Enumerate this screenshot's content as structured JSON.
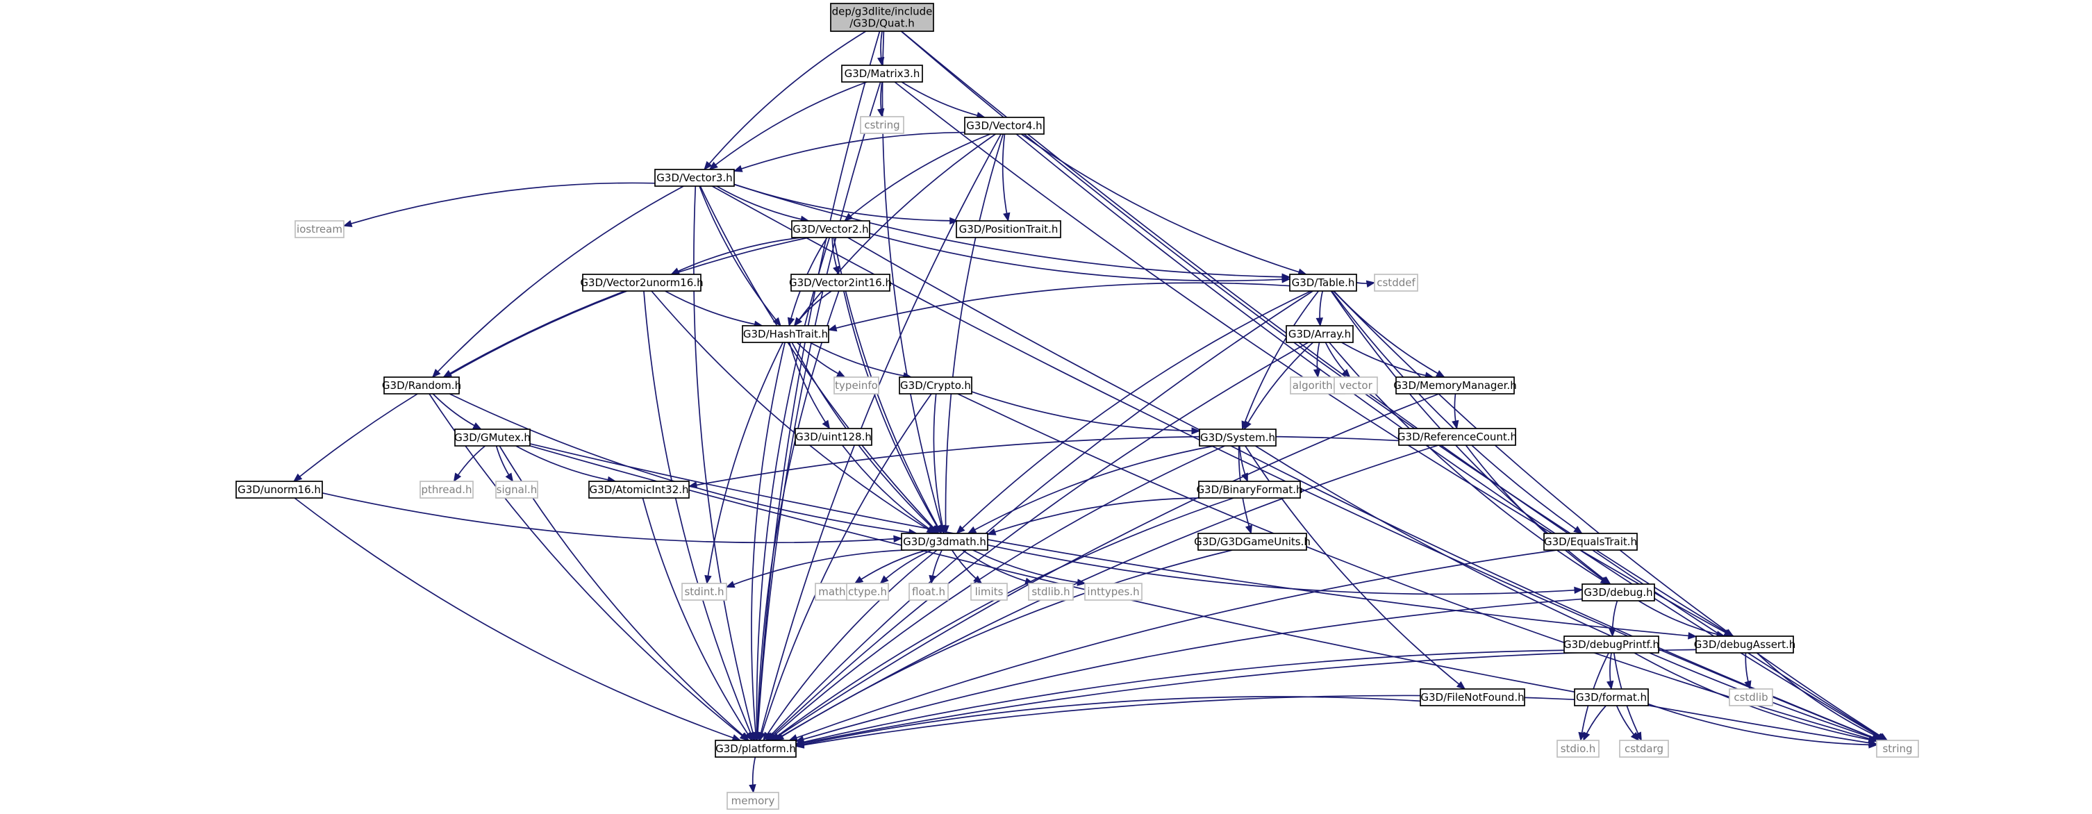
{
  "graph": {
    "colors": {
      "edge": "#191970",
      "node_border": "#000000",
      "external_border": "#bfbfbf",
      "root_fill": "#bfbfbf",
      "external_text": "#7f7f7f"
    },
    "nodes": [
      {
        "id": "quat",
        "label": "dep/g3dlite/include\n/G3D/Quat.h",
        "kind": "root"
      },
      {
        "id": "matrix3",
        "label": "G3D/Matrix3.h",
        "kind": "file"
      },
      {
        "id": "cstring",
        "label": "cstring",
        "kind": "system"
      },
      {
        "id": "vector4",
        "label": "G3D/Vector4.h",
        "kind": "file"
      },
      {
        "id": "vector3",
        "label": "G3D/Vector3.h",
        "kind": "file"
      },
      {
        "id": "iostream",
        "label": "iostream",
        "kind": "system"
      },
      {
        "id": "positiontrait",
        "label": "G3D/PositionTrait.h",
        "kind": "file"
      },
      {
        "id": "vector2",
        "label": "G3D/Vector2.h",
        "kind": "file"
      },
      {
        "id": "table",
        "label": "G3D/Table.h",
        "kind": "file"
      },
      {
        "id": "vector2unorm16",
        "label": "G3D/Vector2unorm16.h",
        "kind": "file"
      },
      {
        "id": "vector2int16",
        "label": "G3D/Vector2int16.h",
        "kind": "file"
      },
      {
        "id": "cstddef",
        "label": "cstddef",
        "kind": "system"
      },
      {
        "id": "hashtrait",
        "label": "G3D/HashTrait.h",
        "kind": "file"
      },
      {
        "id": "array",
        "label": "G3D/Array.h",
        "kind": "file"
      },
      {
        "id": "random",
        "label": "G3D/Random.h",
        "kind": "file"
      },
      {
        "id": "typeinfo",
        "label": "typeinfo",
        "kind": "system"
      },
      {
        "id": "crypto",
        "label": "G3D/Crypto.h",
        "kind": "file"
      },
      {
        "id": "algorithm",
        "label": "algorithm",
        "kind": "system"
      },
      {
        "id": "vector",
        "label": "vector",
        "kind": "system"
      },
      {
        "id": "memorymanager",
        "label": "G3D/MemoryManager.h",
        "kind": "file"
      },
      {
        "id": "uint128",
        "label": "G3D/uint128.h",
        "kind": "file"
      },
      {
        "id": "gmutex",
        "label": "G3D/GMutex.h",
        "kind": "file"
      },
      {
        "id": "system",
        "label": "G3D/System.h",
        "kind": "file"
      },
      {
        "id": "referencecount",
        "label": "G3D/ReferenceCount.h",
        "kind": "file"
      },
      {
        "id": "pthread",
        "label": "pthread.h",
        "kind": "system"
      },
      {
        "id": "signal",
        "label": "signal.h",
        "kind": "system"
      },
      {
        "id": "unorm16",
        "label": "G3D/unorm16.h",
        "kind": "file"
      },
      {
        "id": "atomicint32",
        "label": "G3D/AtomicInt32.h",
        "kind": "file"
      },
      {
        "id": "binaryformat",
        "label": "G3D/BinaryFormat.h",
        "kind": "file"
      },
      {
        "id": "g3dmath",
        "label": "G3D/g3dmath.h",
        "kind": "file"
      },
      {
        "id": "g3dgameunits",
        "label": "G3D/G3DGameUnits.h",
        "kind": "file"
      },
      {
        "id": "equalstrait",
        "label": "G3D/EqualsTrait.h",
        "kind": "file"
      },
      {
        "id": "stdint",
        "label": "stdint.h",
        "kind": "system"
      },
      {
        "id": "math",
        "label": "math.h",
        "kind": "system"
      },
      {
        "id": "ctype",
        "label": "ctype.h",
        "kind": "system"
      },
      {
        "id": "float",
        "label": "float.h",
        "kind": "system"
      },
      {
        "id": "limits",
        "label": "limits",
        "kind": "system"
      },
      {
        "id": "stdlib",
        "label": "stdlib.h",
        "kind": "system"
      },
      {
        "id": "inttypes",
        "label": "inttypes.h",
        "kind": "system"
      },
      {
        "id": "debug",
        "label": "G3D/debug.h",
        "kind": "file"
      },
      {
        "id": "debugprintf",
        "label": "G3D/debugPrintf.h",
        "kind": "file"
      },
      {
        "id": "debugassert",
        "label": "G3D/debugAssert.h",
        "kind": "file"
      },
      {
        "id": "cstdlib",
        "label": "cstdlib",
        "kind": "system"
      },
      {
        "id": "filenotfound",
        "label": "G3D/FileNotFound.h",
        "kind": "file"
      },
      {
        "id": "format",
        "label": "G3D/format.h",
        "kind": "file"
      },
      {
        "id": "platform",
        "label": "G3D/platform.h",
        "kind": "file"
      },
      {
        "id": "stdio",
        "label": "stdio.h",
        "kind": "system"
      },
      {
        "id": "cstdarg",
        "label": "cstdarg",
        "kind": "system"
      },
      {
        "id": "string",
        "label": "string",
        "kind": "system"
      },
      {
        "id": "memory",
        "label": "memory",
        "kind": "system"
      }
    ],
    "edges": [
      [
        "quat",
        "matrix3"
      ],
      [
        "quat",
        "vector3"
      ],
      [
        "quat",
        "platform"
      ],
      [
        "quat",
        "string"
      ],
      [
        "quat",
        "g3dmath"
      ],
      [
        "quat",
        "debugassert"
      ],
      [
        "matrix3",
        "cstring"
      ],
      [
        "matrix3",
        "vector4"
      ],
      [
        "matrix3",
        "vector3"
      ],
      [
        "matrix3",
        "platform"
      ],
      [
        "matrix3",
        "debugassert"
      ],
      [
        "vector4",
        "vector3"
      ],
      [
        "vector4",
        "vector2"
      ],
      [
        "vector4",
        "positiontrait"
      ],
      [
        "vector4",
        "table"
      ],
      [
        "vector4",
        "hashtrait"
      ],
      [
        "vector4",
        "g3dmath"
      ],
      [
        "vector4",
        "platform"
      ],
      [
        "vector4",
        "string"
      ],
      [
        "vector3",
        "iostream"
      ],
      [
        "vector3",
        "vector2"
      ],
      [
        "vector3",
        "positiontrait"
      ],
      [
        "vector3",
        "table"
      ],
      [
        "vector3",
        "hashtrait"
      ],
      [
        "vector3",
        "random"
      ],
      [
        "vector3",
        "g3dmath"
      ],
      [
        "vector3",
        "platform"
      ],
      [
        "vector3",
        "string"
      ],
      [
        "vector2",
        "table"
      ],
      [
        "vector2",
        "vector2unorm16"
      ],
      [
        "vector2",
        "vector2int16"
      ],
      [
        "vector2",
        "hashtrait"
      ],
      [
        "vector2",
        "random"
      ],
      [
        "vector2",
        "g3dmath"
      ],
      [
        "vector2",
        "platform"
      ],
      [
        "vector2",
        "string"
      ],
      [
        "table",
        "cstddef"
      ],
      [
        "table",
        "hashtrait"
      ],
      [
        "table",
        "array"
      ],
      [
        "table",
        "memorymanager"
      ],
      [
        "table",
        "system"
      ],
      [
        "table",
        "g3dmath"
      ],
      [
        "table",
        "equalstrait"
      ],
      [
        "table",
        "debug"
      ],
      [
        "table",
        "platform"
      ],
      [
        "table",
        "string"
      ],
      [
        "vector2unorm16",
        "hashtrait"
      ],
      [
        "vector2unorm16",
        "unorm16"
      ],
      [
        "vector2unorm16",
        "g3dmath"
      ],
      [
        "vector2unorm16",
        "platform"
      ],
      [
        "vector2int16",
        "hashtrait"
      ],
      [
        "vector2int16",
        "g3dmath"
      ],
      [
        "vector2int16",
        "platform"
      ],
      [
        "hashtrait",
        "typeinfo"
      ],
      [
        "hashtrait",
        "crypto"
      ],
      [
        "hashtrait",
        "uint128"
      ],
      [
        "hashtrait",
        "g3dmath"
      ],
      [
        "hashtrait",
        "stdint"
      ],
      [
        "hashtrait",
        "platform"
      ],
      [
        "array",
        "algorithm"
      ],
      [
        "array",
        "vector"
      ],
      [
        "array",
        "memorymanager"
      ],
      [
        "array",
        "system"
      ],
      [
        "array",
        "debug"
      ],
      [
        "array",
        "platform"
      ],
      [
        "random",
        "gmutex"
      ],
      [
        "random",
        "g3dmath"
      ],
      [
        "random",
        "platform"
      ],
      [
        "crypto",
        "system"
      ],
      [
        "crypto",
        "g3dmath"
      ],
      [
        "crypto",
        "string"
      ],
      [
        "crypto",
        "platform"
      ],
      [
        "memorymanager",
        "referencecount"
      ],
      [
        "memorymanager",
        "platform"
      ],
      [
        "uint128",
        "g3dmath"
      ],
      [
        "gmutex",
        "pthread"
      ],
      [
        "gmutex",
        "signal"
      ],
      [
        "gmutex",
        "atomicint32"
      ],
      [
        "gmutex",
        "debugassert"
      ],
      [
        "gmutex",
        "string"
      ],
      [
        "gmutex",
        "platform"
      ],
      [
        "system",
        "binaryformat"
      ],
      [
        "system",
        "g3dgameunits"
      ],
      [
        "system",
        "filenotfound"
      ],
      [
        "system",
        "g3dmath"
      ],
      [
        "system",
        "platform"
      ],
      [
        "system",
        "string"
      ],
      [
        "referencecount",
        "atomicint32"
      ],
      [
        "referencecount",
        "debug"
      ],
      [
        "referencecount",
        "platform"
      ],
      [
        "unorm16",
        "g3dmath"
      ],
      [
        "unorm16",
        "platform"
      ],
      [
        "atomicint32",
        "platform"
      ],
      [
        "binaryformat",
        "g3dmath"
      ],
      [
        "binaryformat",
        "platform"
      ],
      [
        "g3dgameunits",
        "platform"
      ],
      [
        "equalstrait",
        "platform"
      ],
      [
        "g3dmath",
        "stdint"
      ],
      [
        "g3dmath",
        "math"
      ],
      [
        "g3dmath",
        "ctype"
      ],
      [
        "g3dmath",
        "float"
      ],
      [
        "g3dmath",
        "limits"
      ],
      [
        "g3dmath",
        "stdlib"
      ],
      [
        "g3dmath",
        "inttypes"
      ],
      [
        "g3dmath",
        "debug"
      ],
      [
        "g3dmath",
        "platform"
      ],
      [
        "debug",
        "debugprintf"
      ],
      [
        "debug",
        "debugassert"
      ],
      [
        "debug",
        "platform"
      ],
      [
        "debugprintf",
        "format"
      ],
      [
        "debugprintf",
        "stdio"
      ],
      [
        "debugprintf",
        "cstdarg"
      ],
      [
        "debugprintf",
        "string"
      ],
      [
        "debugprintf",
        "platform"
      ],
      [
        "debugassert",
        "cstdlib"
      ],
      [
        "debugassert",
        "string"
      ],
      [
        "debugassert",
        "platform"
      ],
      [
        "filenotfound",
        "platform"
      ],
      [
        "format",
        "stdio"
      ],
      [
        "format",
        "cstdarg"
      ],
      [
        "format",
        "string"
      ],
      [
        "format",
        "platform"
      ],
      [
        "platform",
        "memory"
      ]
    ]
  }
}
